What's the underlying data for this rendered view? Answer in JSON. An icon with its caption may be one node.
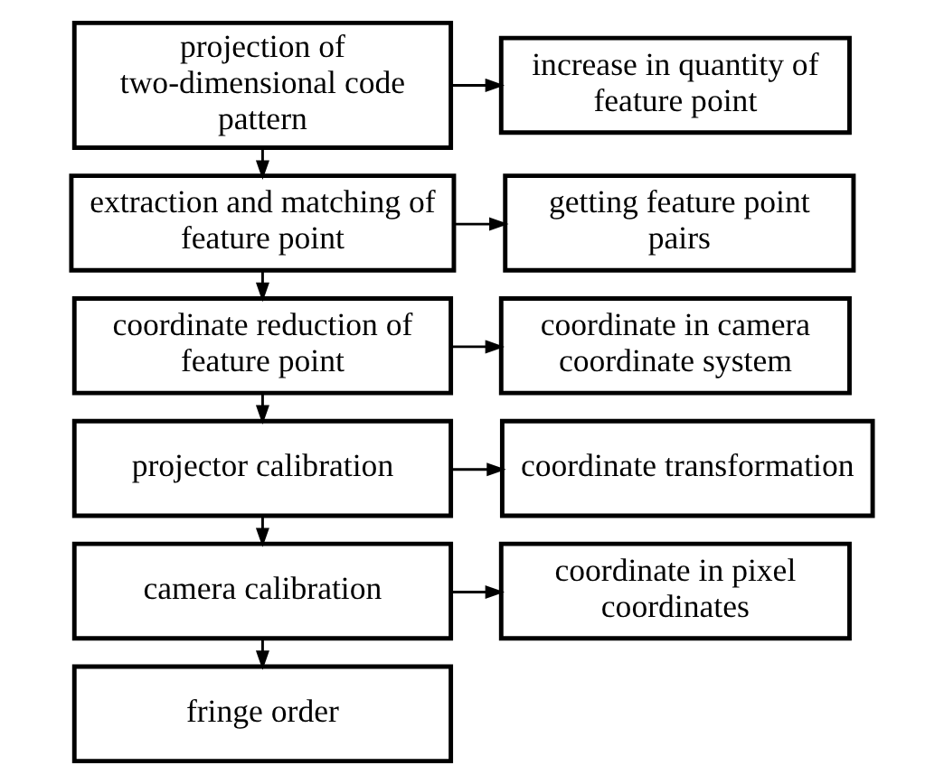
{
  "diagram": {
    "nodes": [
      {
        "text": [
          "projection of two-dimensional code pattern"
        ]
      },
      {
        "text": [
          "increase in quantity of feature point"
        ]
      },
      {
        "text": [
          "extraction and matching of feature point"
        ]
      },
      {
        "text": [
          "getting feature point pairs"
        ]
      },
      {
        "text": [
          "coordinate reduction of feature point"
        ]
      },
      {
        "text": [
          "coordinate in camera coordinate system"
        ]
      },
      {
        "text": [
          "projector calibration"
        ]
      },
      {
        "text": [
          "coordinate transformation"
        ]
      },
      {
        "text": [
          "camera calibration"
        ]
      },
      {
        "text": [
          "coordinate in pixel coordinates"
        ]
      },
      {
        "text": [
          "fringe order"
        ]
      }
    ],
    "edges": [
      {
        "from": 0,
        "to": 1,
        "arrow": "to"
      },
      {
        "from": 0,
        "to": 2,
        "arrow": "to"
      },
      {
        "from": 2,
        "to": 3,
        "arrow": "to"
      },
      {
        "from": 2,
        "to": 4,
        "arrow": "to"
      },
      {
        "from": 4,
        "to": 5,
        "arrow": "to"
      },
      {
        "from": 4,
        "to": 6,
        "arrow": "to"
      },
      {
        "from": 6,
        "to": 7,
        "arrow": "to"
      },
      {
        "from": 6,
        "to": 8,
        "arrow": "to"
      },
      {
        "from": 8,
        "to": 9,
        "arrow": "to"
      },
      {
        "from": 8,
        "to": 10,
        "arrow": "to"
      }
    ]
  }
}
